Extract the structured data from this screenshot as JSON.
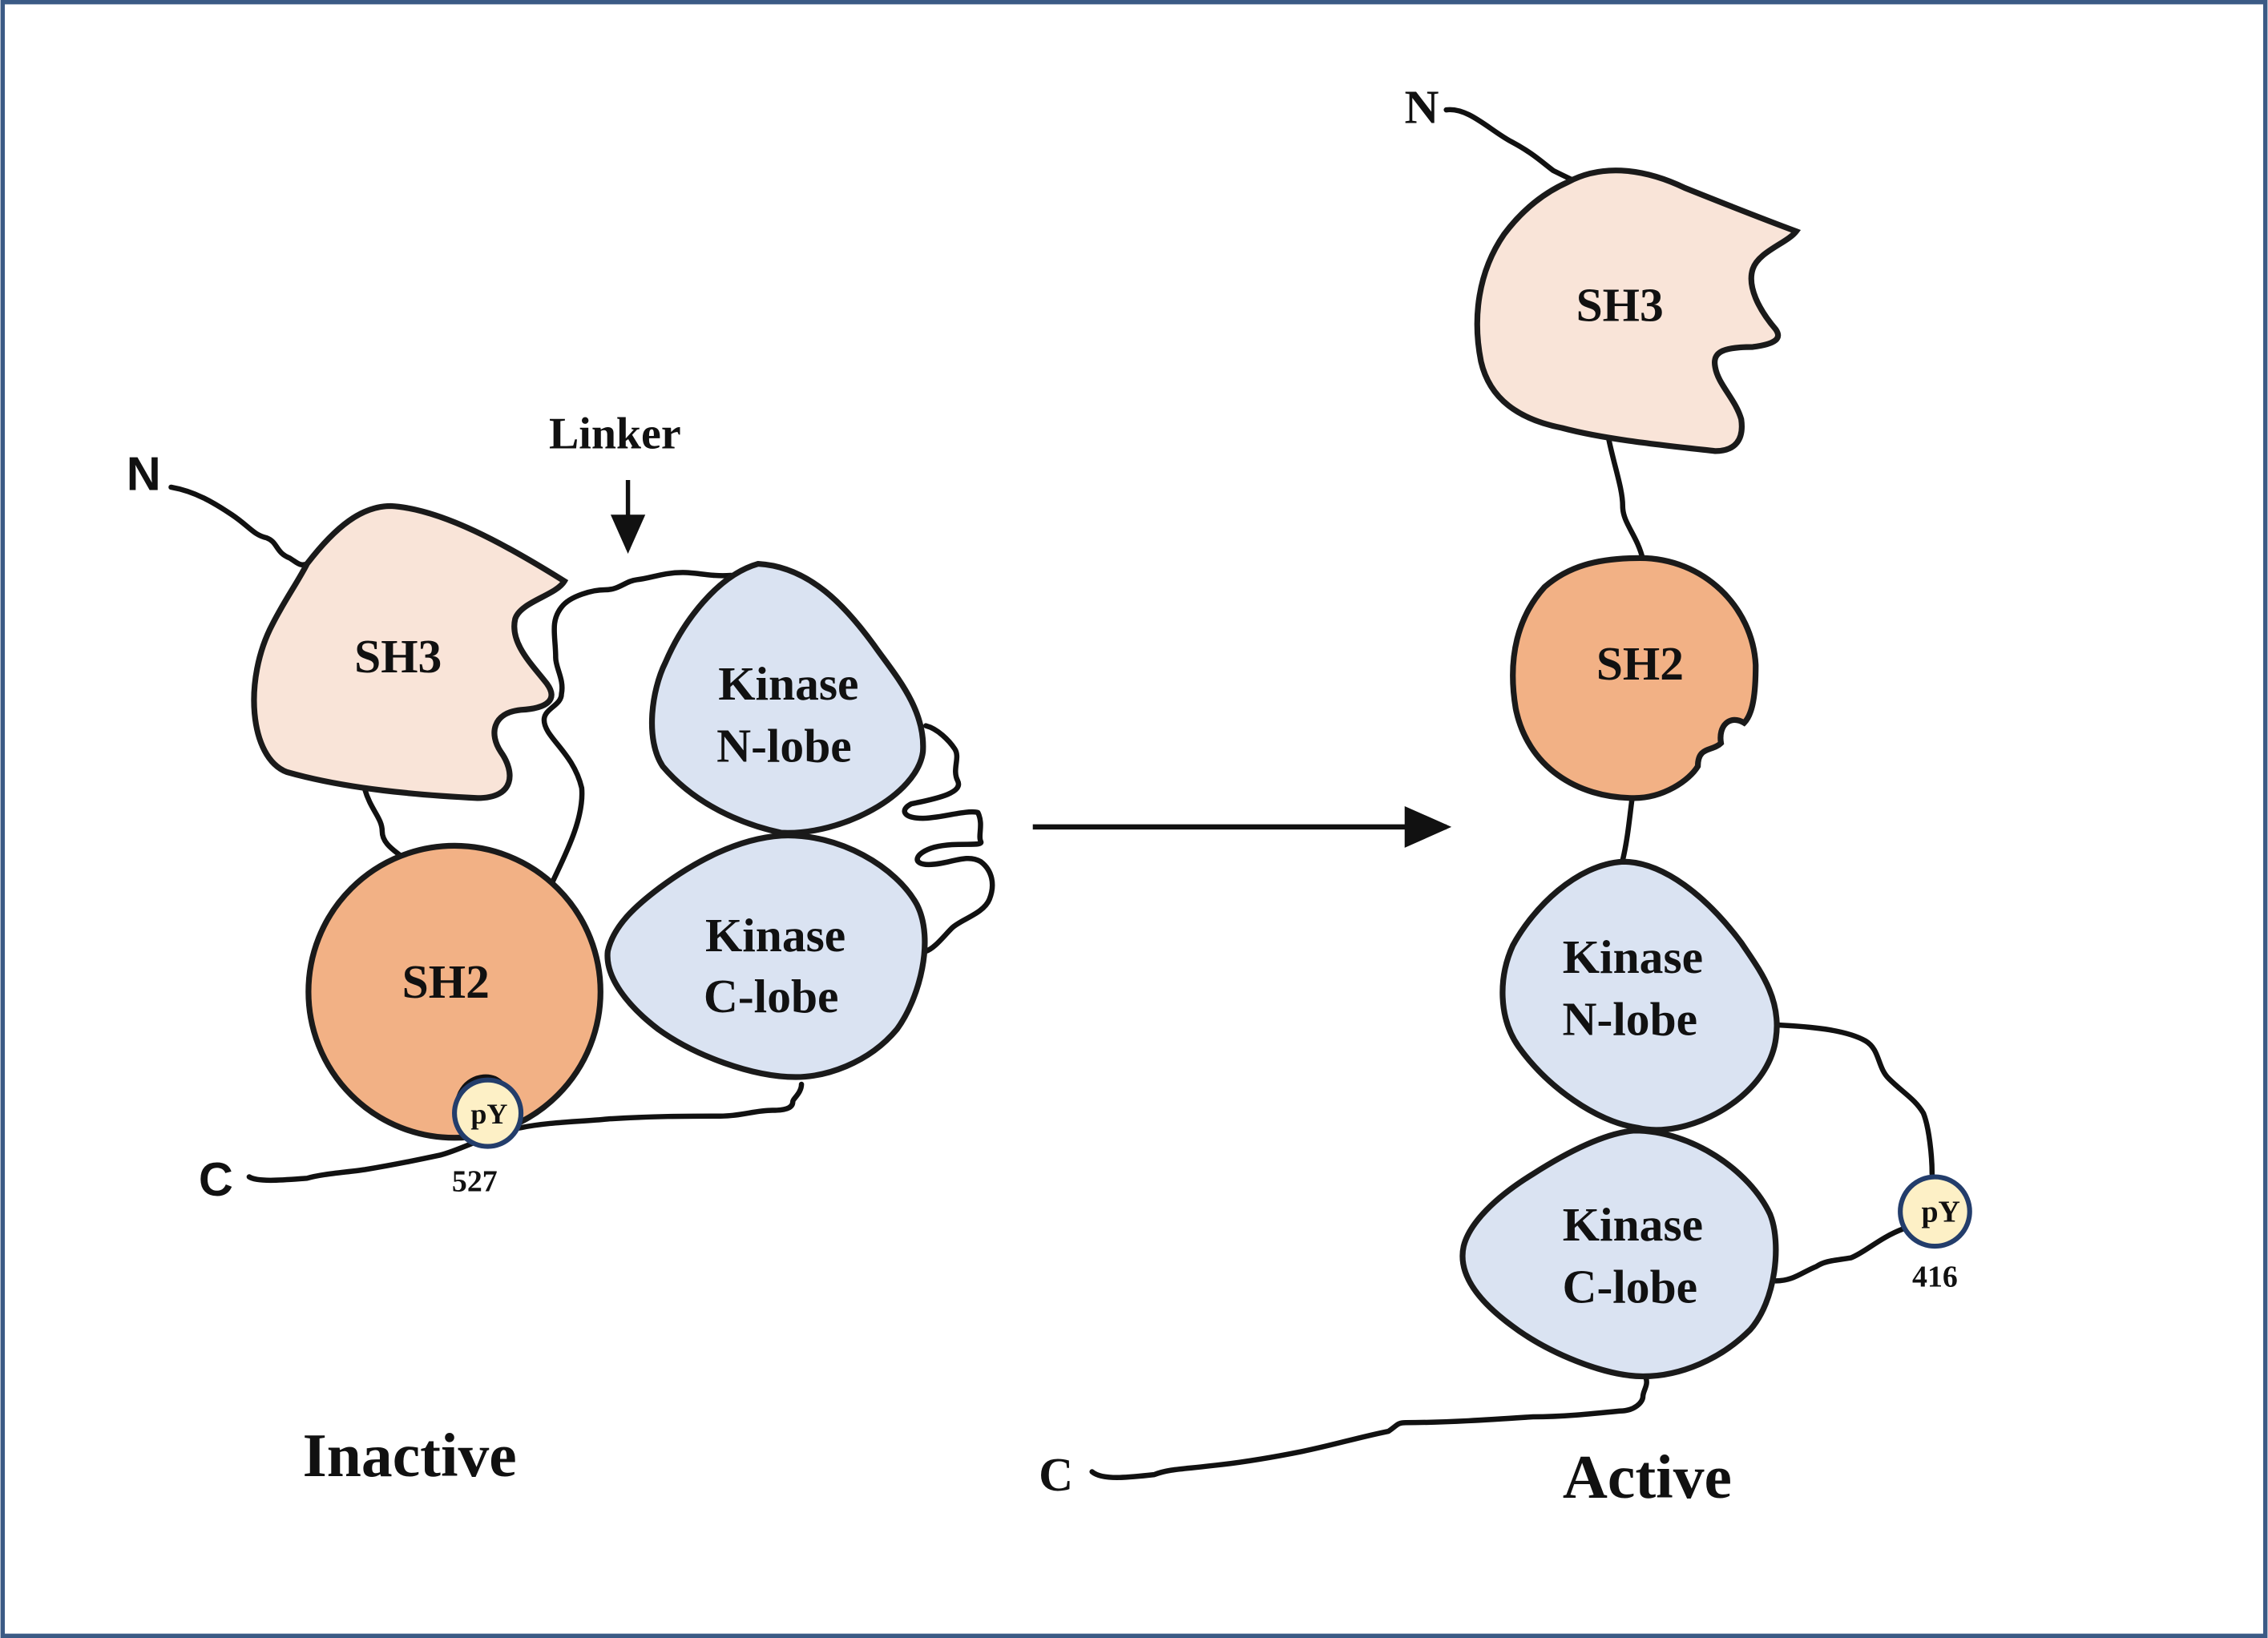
{
  "colors": {
    "border": "#3b5a85",
    "sh3_fill": "#f9e4d8",
    "sh2_fill": "#f2b185",
    "kinase_fill": "#dae3f2",
    "py_fill": "#fdf0c6",
    "py_stroke": "#233d6b",
    "line": "#111111"
  },
  "inactive": {
    "title": "Inactive",
    "n_terminus": "N",
    "c_terminus": "C",
    "linker_label": "Linker",
    "sh3_label": "SH3",
    "sh2_label": "SH2",
    "kinase_n_lobe": [
      "Kinase",
      "N-lobe"
    ],
    "kinase_c_lobe": [
      "Kinase",
      "C-lobe"
    ],
    "phospho_label": "pY",
    "phospho_residue": "527"
  },
  "active": {
    "title": "Active",
    "n_terminus": "N",
    "c_terminus": "C",
    "sh3_label": "SH3",
    "sh2_label": "SH2",
    "kinase_n_lobe": [
      "Kinase",
      "N-lobe"
    ],
    "kinase_c_lobe": [
      "Kinase",
      "C-lobe"
    ],
    "phospho_label": "pY",
    "phospho_residue": "416"
  },
  "transition_icon": "arrow-right-icon"
}
